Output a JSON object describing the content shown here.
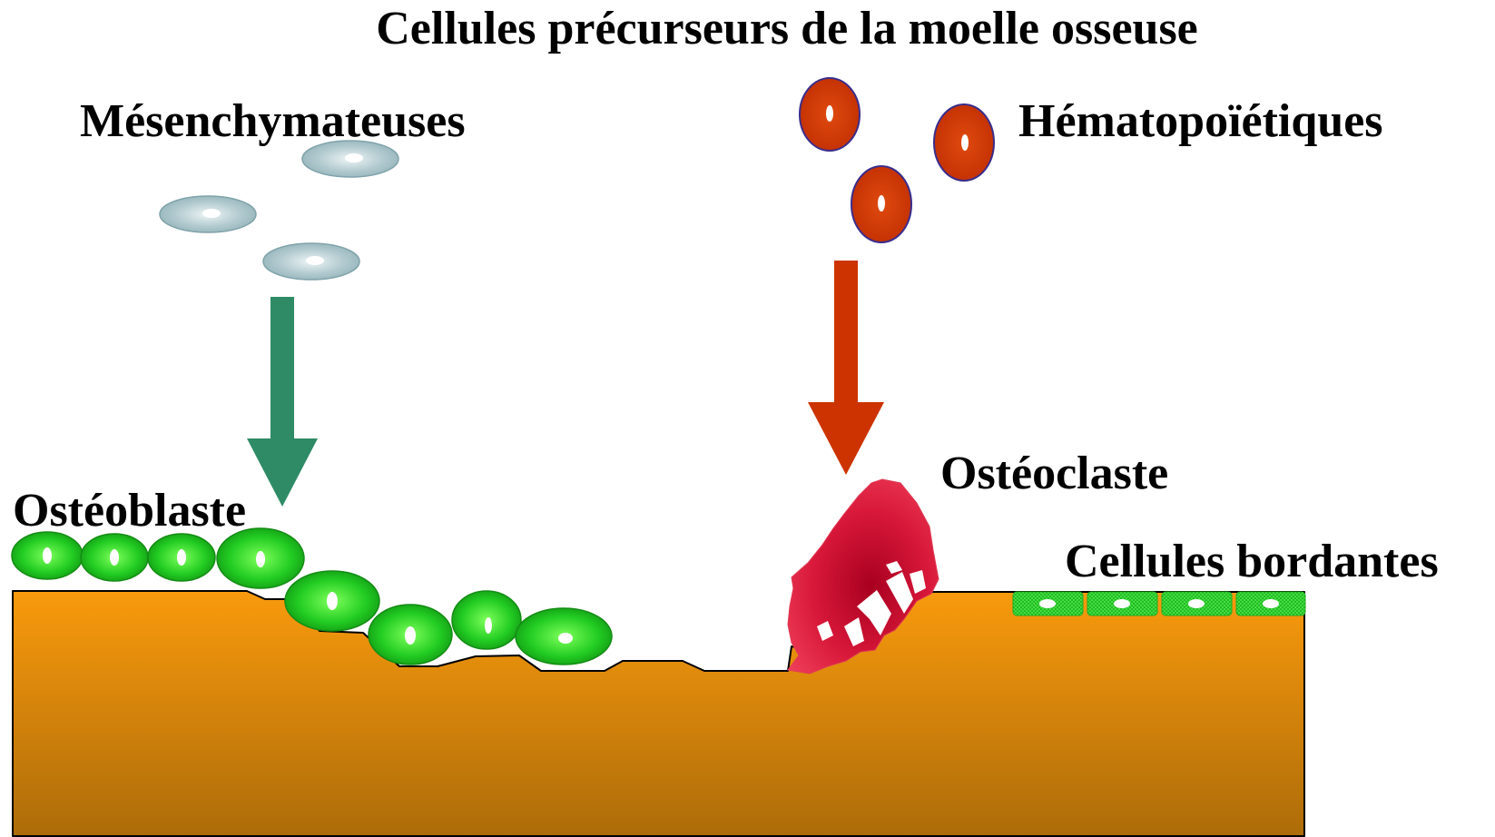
{
  "title": "Cellules précurseurs de la moelle osseuse",
  "labels": {
    "mesenchymal": "Mésenchymateuses",
    "hematopoietic": "Hématopoïétiques",
    "osteoblast": "Ostéoblaste",
    "osteoclast": "Ostéoclaste",
    "lining_cells": "Cellules bordantes"
  },
  "colors": {
    "bone_top": "#f7960c",
    "bone_bottom": "#b06f0a",
    "mesenchymal_cell": "#a9c3c8",
    "mesenchymal_arrow": "#2e8b66",
    "hematopoietic_cell": "#cc3300",
    "hematopoietic_outline": "#3a2d8c",
    "hematopoietic_arrow": "#cc3300",
    "osteoblast": "#22cc22",
    "osteoclast": "#d81b3c",
    "lining_cell": "#33dd33"
  }
}
